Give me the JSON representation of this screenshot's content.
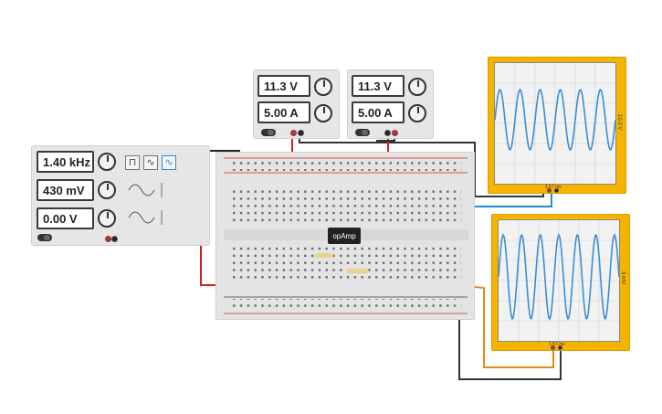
{
  "function_generator": {
    "frequency": "1.40 kHz",
    "amplitude": "430 mV",
    "dc_offset": "0.00 V",
    "waveforms": [
      "square-wave-icon",
      "triangle-wave-icon",
      "sine-wave-icon"
    ],
    "selected_waveform": "sine-wave-icon"
  },
  "power_supply_1": {
    "voltage": "11.3 V",
    "current": "5.00 A"
  },
  "power_supply_2": {
    "voltage": "11.3 V",
    "current": "5.00 A"
  },
  "breadboard": {
    "ic_label": "opAmp"
  },
  "oscilloscope_top": {
    "timebase": "1.57 ms",
    "vscale": "10.0 V"
  },
  "oscilloscope_bottom": {
    "timebase": "1.57 ms",
    "vscale": "3 mV"
  },
  "colors": {
    "scope_frame": "#f5b400",
    "trace": "#3a8fd6",
    "wire_red": "#d22020",
    "wire_black": "#222222",
    "wire_blue": "#1f8fd0",
    "wire_orange": "#e58a1a"
  }
}
